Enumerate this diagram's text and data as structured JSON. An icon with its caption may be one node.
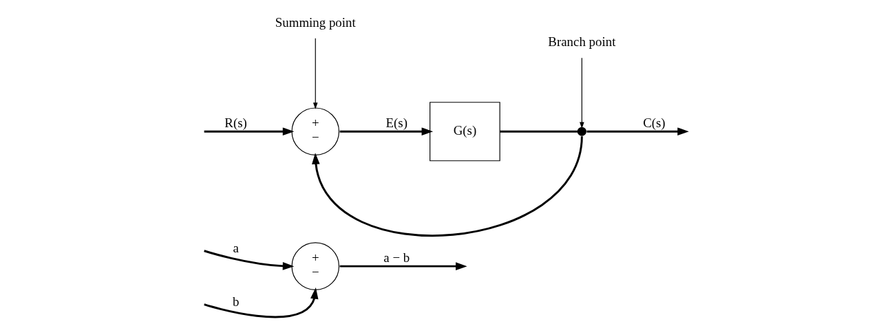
{
  "diagram": {
    "nodes": [
      {
        "text": [
          "+",
          "−"
        ]
      },
      {
        "text": [
          "+",
          "−"
        ]
      },
      {
        "text": [
          "G(s)"
        ]
      },
      {
        "text": [],
        "shape": "circle"
      },
      {
        "text": [
          "Summing point"
        ]
      },
      {
        "text": [
          "Branch point"
        ]
      }
    ],
    "edges": [
      {
        "from": null,
        "to": 0,
        "arrow": "to",
        "label": "b"
      },
      {
        "from": 0,
        "to": null,
        "arrow": "to",
        "label": "a − b"
      },
      {
        "from": null,
        "to": 0,
        "arrow": "to",
        "label": "a"
      },
      {
        "from": null,
        "to": 1,
        "arrow": "to",
        "label": "R(s)"
      },
      {
        "from": 1,
        "to": 2,
        "arrow": "to",
        "label": "E(s)"
      },
      {
        "from": 2,
        "to": 3,
        "arrow": "none"
      },
      {
        "from": 3,
        "to": null,
        "arrow": "to",
        "label": "C(s)"
      },
      {
        "from": 3,
        "to": 1,
        "arrow": "to"
      },
      {
        "from": 4,
        "to": 1,
        "arrow": "to"
      },
      {
        "from": 5,
        "to": 3,
        "arrow": "to"
      }
    ]
  }
}
